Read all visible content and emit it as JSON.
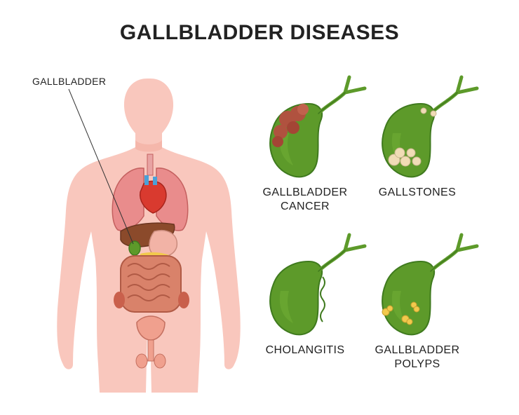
{
  "title": "GALLBLADDER DISEASES",
  "pointer_label": "GALLBLADDER",
  "diseases": [
    {
      "line1": "GALLBLADDER",
      "line2": "CANCER"
    },
    {
      "line1": "GALLSTONES",
      "line2": ""
    },
    {
      "line1": "CHOLANGITIS",
      "line2": ""
    },
    {
      "line1": "GALLBLADDER",
      "line2": "POLYPS"
    }
  ],
  "colors": {
    "skin": "#f9c7bd",
    "gallbladder": "#5d9a2a",
    "gallbladder_dark": "#3f7a1e",
    "tumor": "#b0523f",
    "stone": "#f0dcb6"
  }
}
